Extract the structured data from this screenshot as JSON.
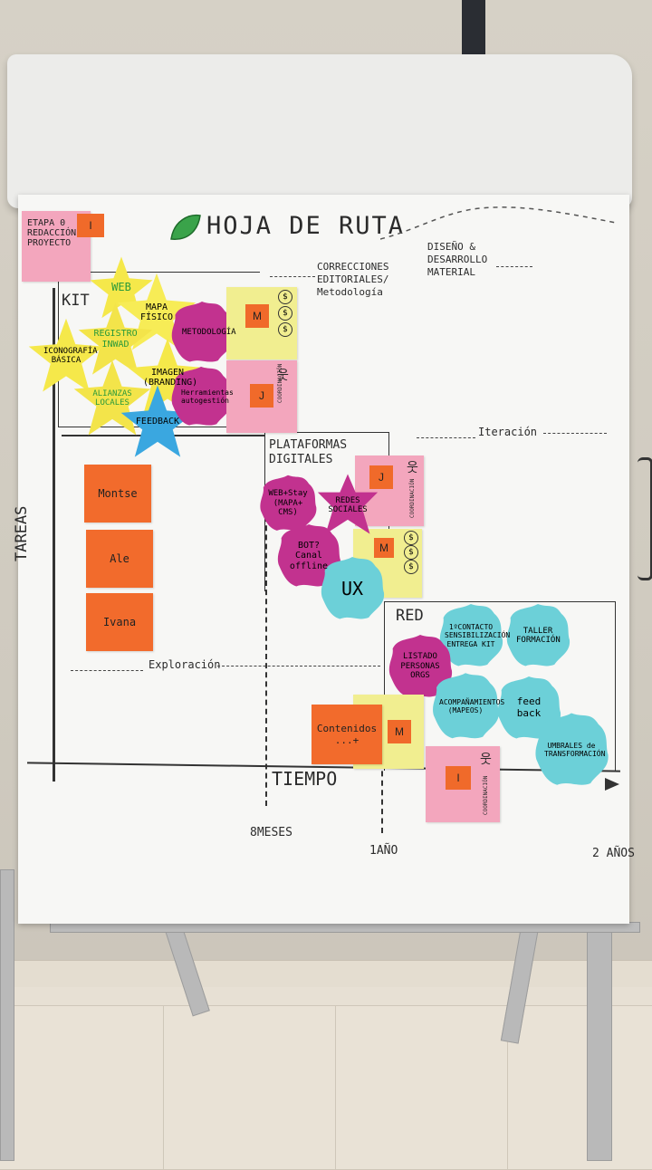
{
  "title": "HOJA DE RUTA",
  "axes": {
    "y_label": "TAREAS",
    "x_label": "TIEMPO",
    "ticks": [
      "8MESES",
      "1AÑO",
      "2 AÑOS"
    ]
  },
  "annotations": {
    "correcciones": "CORRECCIONES EDITORIALES/ Metodología",
    "diseno": "DISEÑO & DESARROLLO MATERIAL",
    "iteracion": "Iteración",
    "exploracion": "Exploración"
  },
  "etapa": {
    "text": "ETAPA 0 REDACCIÓN PROYECTO",
    "tag": "I"
  },
  "kit": {
    "label": "KIT",
    "stars": [
      "WEB",
      "MAPA FÍSICO",
      "REGISTRO INWAD",
      "ICONOGRAFÍA BÁSICA",
      "IMAGEN (BRANDING)",
      "ALIANZAS LOCALES",
      "FEEDBACK"
    ],
    "magenta": [
      "METODOLOGÍA",
      "Herramientas autogestión"
    ],
    "tags": [
      "M",
      "J"
    ],
    "tag_note": "COORDINACIÓN"
  },
  "plataformas": {
    "label": "PLATAFORMAS DIGITALES",
    "blobs": [
      "WEB+Stay (MAPA+ CMS)",
      "REDES SOCIALES",
      "BOT? Canal offline",
      "UX"
    ],
    "tags": [
      "J",
      "M"
    ],
    "tag_note": "COORDINACIÓN"
  },
  "team": [
    "Montse",
    "Ale",
    "Ivana"
  ],
  "red": {
    "label": "RED",
    "blobs": [
      "1ºCONTACTO SENSIBILIZACIÓN ENTREGA KIT",
      "TALLER FORMACIÓN",
      "LISTADO PERSONAS ORGS",
      "ACOMPAÑAMIENTOS (MAPEOS)",
      "feed back",
      "UMBRALES de TRANSFORMACIÓN"
    ],
    "tag": "I",
    "tag_note": "COORDINACIÓN"
  },
  "contenidos": {
    "text": "Contenidos ...+",
    "tag": "M"
  },
  "colors": {
    "orange": "#f26b2c",
    "yellow": "#f1ee90",
    "pink": "#f3a6bd",
    "magenta": "#c2328f",
    "cyan": "#6cd0d8",
    "blue": "#3aa7e0",
    "leaf": "#3aa34a"
  }
}
